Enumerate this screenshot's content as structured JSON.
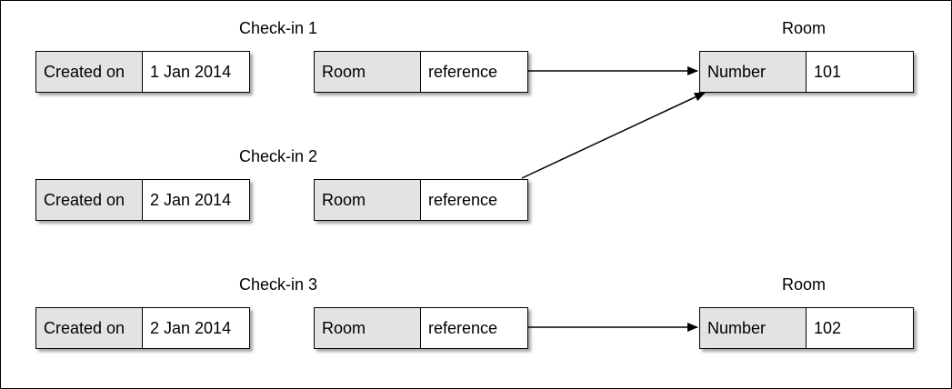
{
  "checkins": [
    {
      "title": "Check-in 1",
      "created_label": "Created on",
      "created_value": "1 Jan 2014",
      "room_label": "Room",
      "room_value": "reference"
    },
    {
      "title": "Check-in 2",
      "created_label": "Created on",
      "created_value": "2 Jan 2014",
      "room_label": "Room",
      "room_value": "reference"
    },
    {
      "title": "Check-in 3",
      "created_label": "Created on",
      "created_value": "2 Jan 2014",
      "room_label": "Room",
      "room_value": "reference"
    }
  ],
  "rooms": [
    {
      "title": "Room",
      "number_label": "Number",
      "number_value": "101"
    },
    {
      "title": "Room",
      "number_label": "Number",
      "number_value": "102"
    }
  ],
  "colors": {
    "key_cell": "#e3e3e3",
    "value_cell": "#ffffff",
    "line": "#000000"
  }
}
